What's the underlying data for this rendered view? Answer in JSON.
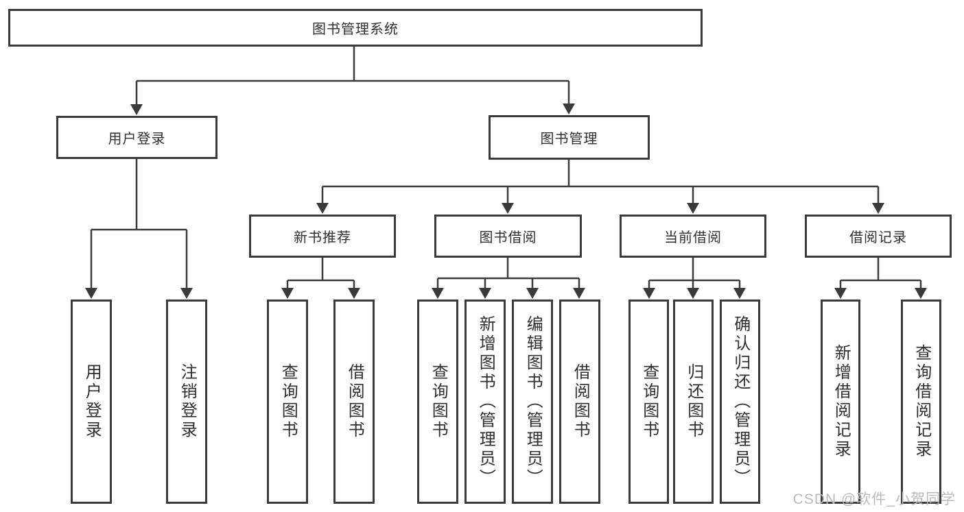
{
  "title": "图书管理系统",
  "level2": {
    "user_login": "用户登录",
    "book_management": "图书管理"
  },
  "level3": {
    "new_books": "新书推荐",
    "borrowing": "图书借阅",
    "current": "当前借阅",
    "records": "借阅记录"
  },
  "leaves": {
    "user_login": [
      "用户登录",
      "注销登录"
    ],
    "new_books": [
      "查询图书",
      "借阅图书"
    ],
    "borrowing": [
      "查询图书",
      "新增图书（管理员）",
      "编辑图书（管理员）",
      "借阅图书"
    ],
    "current": [
      "查询图书",
      "归还图书",
      "确认归还（管理员）"
    ],
    "records": [
      "新增借阅记录",
      "查询借阅记录"
    ]
  },
  "watermark": "CSDN @软件_小贺同学",
  "colors": {
    "line": "#3a3a3a",
    "text": "#2f2f2f",
    "watermark": "#b9b9b9",
    "background": "#ffffff"
  }
}
